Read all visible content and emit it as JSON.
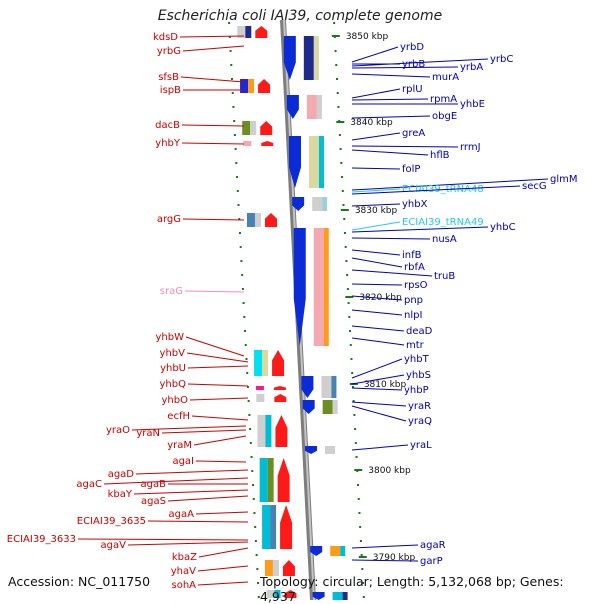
{
  "title": "Escherichia coli IAI39, complete genome",
  "footer": {
    "accession": "Accession: NC_011750",
    "topology": "Topology: circular; Length: 5,132,068 bp; Genes: 4,937"
  },
  "colors": {
    "left_label": "#cc0000",
    "right_label": "#0000bb",
    "trna_label": "#22ccee",
    "srna_label": "#f48fb1",
    "arrow_left": "#ff1a1a",
    "arrow_right": "#0a2bd6",
    "backbone": "#9a9a9a"
  },
  "kbp_ticks": [
    "3850 kbp",
    "3840 kbp",
    "3830 kbp",
    "3820 kbp",
    "3810 kbp",
    "3800 kbp",
    "3790 kbp"
  ],
  "left_genes": [
    "kdsD",
    "yrbG",
    "sfsB",
    "ispB",
    "dacB",
    "yhbY",
    "argG",
    "sraG",
    "yhbW",
    "yhbV",
    "yhbU",
    "yhbQ",
    "yhbO",
    "ecfH",
    "yraO",
    "yraN",
    "yraM",
    "agaI",
    "agaD",
    "agaC",
    "agaB",
    "kbaY",
    "agaS",
    "agaA",
    "ECIAI39_3635",
    "ECIAI39_3633",
    "agaV",
    "kbaZ",
    "yhaV",
    "sohA"
  ],
  "right_genes": [
    "yrbD",
    "yrbB",
    "yrbC",
    "yrbA",
    "murA",
    "rplU",
    "rpmA",
    "yhbE",
    "obgE",
    "greA",
    "rrmJ",
    "hflB",
    "folP",
    "glmM",
    "ECIAI39_tRNA48",
    "secG",
    "yhbX",
    "ECIAI39_tRNA49",
    "yhbC",
    "nusA",
    "infB",
    "rbfA",
    "truB",
    "rpsO",
    "pnp",
    "nlpI",
    "deaD",
    "mtr",
    "yhbT",
    "yhbS",
    "yhbP",
    "yraR",
    "yraQ",
    "yraL",
    "agaR",
    "garP"
  ]
}
